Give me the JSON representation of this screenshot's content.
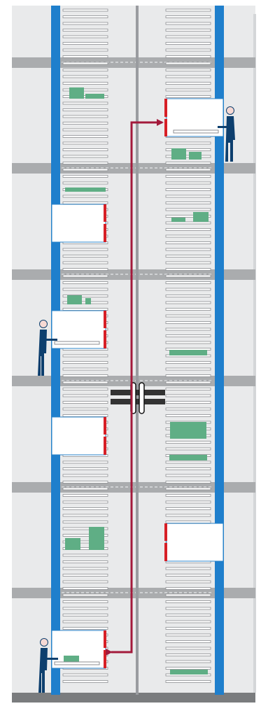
{
  "colors": {
    "background": "#ffffff",
    "building": "#e9eaeb",
    "floor_slab": "#aaacae",
    "floor_edge": "#5a5c5e",
    "ground": "#7a7c7e",
    "guide_rail": "#1f7fcc",
    "center_post": "#9a9ca0",
    "shelf": "#8c8e92",
    "goods": "#5fae85",
    "carriage": "#ffffff",
    "carriage_border": "#2a83c8",
    "carriage_door": "#d71f26",
    "route_arrow": "#a31a3b",
    "person_body": "#0d3f6e",
    "person_head": "#f6d9d4",
    "connector": "#333333"
  },
  "floors": 6,
  "carriages": [
    {
      "side": "right",
      "floor": 1,
      "occupied": true
    },
    {
      "side": "left",
      "floor": 2,
      "occupied": false
    },
    {
      "side": "left",
      "floor": 3,
      "occupied": true
    },
    {
      "side": "left",
      "floor": 4,
      "occupied": false
    },
    {
      "side": "right",
      "floor": 5,
      "occupied": false
    },
    {
      "side": "left",
      "floor": 6,
      "occupied": true
    }
  ],
  "icons": [
    "person-icon",
    "route-arrow-icon",
    "coupling-icon"
  ]
}
